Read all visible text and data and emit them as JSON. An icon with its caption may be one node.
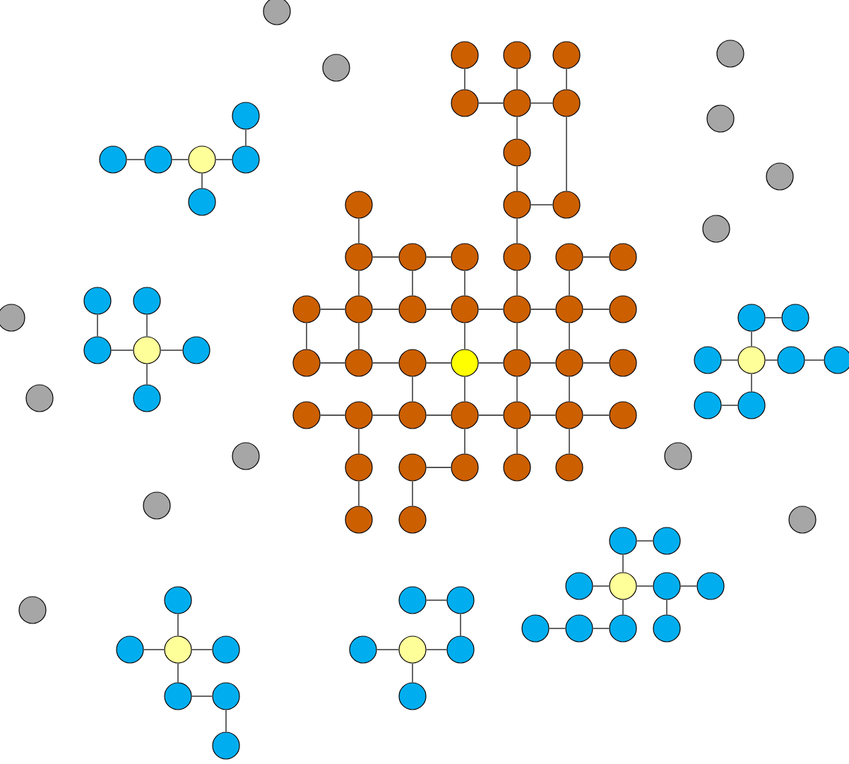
{
  "diagram": {
    "nodes": [
      {
        "text": [],
        "shape": "circle"
      },
      {
        "text": [],
        "shape": "circle"
      },
      {
        "text": [],
        "shape": "circle"
      },
      {
        "text": [],
        "shape": "circle"
      },
      {
        "text": [],
        "shape": "circle"
      },
      {
        "text": [],
        "shape": "circle"
      },
      {
        "text": [],
        "shape": "circle"
      },
      {
        "text": [],
        "shape": "circle"
      },
      {
        "text": [],
        "shape": "circle"
      },
      {
        "text": [],
        "shape": "circle"
      },
      {
        "text": [],
        "shape": "circle"
      },
      {
        "text": [],
        "shape": "circle"
      },
      {
        "text": [],
        "shape": "circle"
      },
      {
        "text": [],
        "shape": "circle"
      },
      {
        "text": [],
        "shape": "circle"
      },
      {
        "text": [],
        "shape": "circle"
      },
      {
        "text": [],
        "shape": "circle"
      },
      {
        "text": [],
        "shape": "circle"
      },
      {
        "text": [],
        "shape": "circle"
      },
      {
        "text": [],
        "shape": "circle"
      },
      {
        "text": [],
        "shape": "circle"
      },
      {
        "text": [],
        "shape": "circle"
      },
      {
        "text": [],
        "shape": "circle"
      },
      {
        "text": [],
        "shape": "circle"
      },
      {
        "text": [],
        "shape": "circle"
      },
      {
        "text": [],
        "shape": "circle"
      },
      {
        "text": [],
        "shape": "circle"
      },
      {
        "text": [],
        "shape": "circle"
      },
      {
        "text": [],
        "shape": "circle"
      },
      {
        "text": [],
        "shape": "circle"
      },
      {
        "text": [],
        "shape": "circle"
      },
      {
        "text": [],
        "shape": "circle"
      },
      {
        "text": [],
        "shape": "circle"
      },
      {
        "text": [],
        "shape": "circle"
      },
      {
        "text": [],
        "shape": "circle"
      },
      {
        "text": [],
        "shape": "circle"
      },
      {
        "text": [],
        "shape": "circle"
      },
      {
        "text": [],
        "shape": "circle"
      },
      {
        "text": [],
        "shape": "circle"
      },
      {
        "text": [],
        "shape": "circle"
      },
      {
        "text": [],
        "shape": "circle"
      },
      {
        "text": [],
        "shape": "circle"
      },
      {
        "text": [],
        "shape": "circle"
      },
      {
        "text": [],
        "shape": "circle"
      },
      {
        "text": [],
        "shape": "circle"
      },
      {
        "text": [],
        "shape": "circle"
      },
      {
        "text": [],
        "shape": "circle"
      },
      {
        "text": [],
        "shape": "circle"
      },
      {
        "text": [],
        "shape": "circle"
      },
      {
        "text": [],
        "shape": "circle"
      },
      {
        "text": [],
        "shape": "circle"
      },
      {
        "text": [],
        "shape": "circle"
      },
      {
        "text": [],
        "shape": "circle"
      },
      {
        "text": [],
        "shape": "circle"
      },
      {
        "text": [],
        "shape": "circle"
      },
      {
        "text": [],
        "shape": "circle"
      },
      {
        "text": [],
        "shape": "circle"
      },
      {
        "text": [],
        "shape": "circle"
      },
      {
        "text": [],
        "shape": "circle"
      },
      {
        "text": [],
        "shape": "circle"
      },
      {
        "text": [],
        "shape": "circle"
      },
      {
        "text": [],
        "shape": "circle"
      },
      {
        "text": [],
        "shape": "circle"
      },
      {
        "text": [],
        "shape": "circle"
      },
      {
        "text": [],
        "shape": "circle"
      },
      {
        "text": [],
        "shape": "circle"
      },
      {
        "text": [],
        "shape": "circle"
      },
      {
        "text": [],
        "shape": "circle"
      },
      {
        "text": [],
        "shape": "circle"
      },
      {
        "text": [],
        "shape": "circle"
      },
      {
        "text": [],
        "shape": "circle"
      },
      {
        "text": [],
        "shape": "circle"
      },
      {
        "text": [],
        "shape": "circle"
      },
      {
        "text": [],
        "shape": "circle"
      },
      {
        "text": [],
        "shape": "circle"
      },
      {
        "text": [],
        "shape": "circle"
      },
      {
        "text": [],
        "shape": "circle"
      },
      {
        "text": [],
        "shape": "circle"
      },
      {
        "text": [],
        "shape": "circle"
      },
      {
        "text": [],
        "shape": "circle"
      },
      {
        "text": [],
        "shape": "circle"
      },
      {
        "text": [],
        "shape": "circle"
      },
      {
        "text": [],
        "shape": "circle"
      },
      {
        "text": [],
        "shape": "circle"
      },
      {
        "text": [],
        "shape": "circle"
      },
      {
        "text": [],
        "shape": "circle"
      },
      {
        "text": [],
        "shape": "circle"
      },
      {
        "text": [],
        "shape": "circle"
      },
      {
        "text": [],
        "shape": "circle"
      },
      {
        "text": [],
        "shape": "circle"
      },
      {
        "text": [],
        "shape": "circle"
      },
      {
        "text": [],
        "shape": "circle"
      },
      {
        "text": [],
        "shape": "circle"
      },
      {
        "text": [],
        "shape": "circle"
      },
      {
        "text": [],
        "shape": "circle"
      },
      {
        "text": [],
        "shape": "circle"
      },
      {
        "text": [],
        "shape": "circle"
      },
      {
        "text": [],
        "shape": "circle"
      },
      {
        "text": [],
        "shape": "circle"
      },
      {
        "text": [],
        "shape": "circle"
      }
    ],
    "edges": [
      {
        "from": 0,
        "to": 3,
        "arrow": "none"
      },
      {
        "from": 1,
        "to": 4,
        "arrow": "none"
      },
      {
        "from": 2,
        "to": 5,
        "arrow": "none"
      },
      {
        "from": 3,
        "to": 4,
        "arrow": "none"
      },
      {
        "from": 4,
        "to": 5,
        "arrow": "none"
      },
      {
        "from": 4,
        "to": 6,
        "arrow": "none"
      },
      {
        "from": 6,
        "to": 8,
        "arrow": "none"
      },
      {
        "from": 8,
        "to": 9,
        "arrow": "none"
      },
      {
        "from": 5,
        "to": 9,
        "arrow": "none"
      },
      {
        "from": 7,
        "to": 10,
        "arrow": "none"
      },
      {
        "from": 8,
        "to": 13,
        "arrow": "none"
      },
      {
        "from": 10,
        "to": 11,
        "arrow": "none"
      },
      {
        "from": 11,
        "to": 12,
        "arrow": "none"
      },
      {
        "from": 14,
        "to": 15,
        "arrow": "none"
      },
      {
        "from": 10,
        "to": 17,
        "arrow": "none"
      },
      {
        "from": 11,
        "to": 18,
        "arrow": "none"
      },
      {
        "from": 12,
        "to": 19,
        "arrow": "none"
      },
      {
        "from": 13,
        "to": 20,
        "arrow": "none"
      },
      {
        "from": 14,
        "to": 21,
        "arrow": "none"
      },
      {
        "from": 16,
        "to": 17,
        "arrow": "none"
      },
      {
        "from": 17,
        "to": 18,
        "arrow": "none"
      },
      {
        "from": 18,
        "to": 19,
        "arrow": "none"
      },
      {
        "from": 19,
        "to": 20,
        "arrow": "none"
      },
      {
        "from": 20,
        "to": 21,
        "arrow": "none"
      },
      {
        "from": 21,
        "to": 22,
        "arrow": "none"
      },
      {
        "from": 16,
        "to": 23,
        "arrow": "none"
      },
      {
        "from": 17,
        "to": 24,
        "arrow": "none"
      },
      {
        "from": 19,
        "to": 26,
        "arrow": "none"
      },
      {
        "from": 20,
        "to": 27,
        "arrow": "none"
      },
      {
        "from": 21,
        "to": 28,
        "arrow": "none"
      },
      {
        "from": 23,
        "to": 24,
        "arrow": "none"
      },
      {
        "from": 24,
        "to": 25,
        "arrow": "none"
      },
      {
        "from": 25,
        "to": 26,
        "arrow": "none"
      },
      {
        "from": 26,
        "to": 27,
        "arrow": "none"
      },
      {
        "from": 27,
        "to": 28,
        "arrow": "none"
      },
      {
        "from": 28,
        "to": 29,
        "arrow": "none"
      },
      {
        "from": 25,
        "to": 32,
        "arrow": "none"
      },
      {
        "from": 26,
        "to": 33,
        "arrow": "none"
      },
      {
        "from": 27,
        "to": 34,
        "arrow": "none"
      },
      {
        "from": 28,
        "to": 35,
        "arrow": "none"
      },
      {
        "from": 30,
        "to": 31,
        "arrow": "none"
      },
      {
        "from": 31,
        "to": 32,
        "arrow": "none"
      },
      {
        "from": 32,
        "to": 33,
        "arrow": "none"
      },
      {
        "from": 33,
        "to": 34,
        "arrow": "none"
      },
      {
        "from": 34,
        "to": 35,
        "arrow": "none"
      },
      {
        "from": 35,
        "to": 36,
        "arrow": "none"
      },
      {
        "from": 31,
        "to": 37,
        "arrow": "none"
      },
      {
        "from": 33,
        "to": 39,
        "arrow": "none"
      },
      {
        "from": 34,
        "to": 40,
        "arrow": "none"
      },
      {
        "from": 35,
        "to": 41,
        "arrow": "none"
      },
      {
        "from": 38,
        "to": 39,
        "arrow": "none"
      },
      {
        "from": 37,
        "to": 42,
        "arrow": "none"
      },
      {
        "from": 38,
        "to": 43,
        "arrow": "none"
      },
      {
        "from": 44,
        "to": 45,
        "arrow": "none"
      },
      {
        "from": 45,
        "to": 46,
        "arrow": "none"
      },
      {
        "from": 46,
        "to": 47,
        "arrow": "none"
      },
      {
        "from": 47,
        "to": 48,
        "arrow": "none"
      },
      {
        "from": 46,
        "to": 49,
        "arrow": "none"
      },
      {
        "from": 50,
        "to": 52,
        "arrow": "none"
      },
      {
        "from": 52,
        "to": 53,
        "arrow": "none"
      },
      {
        "from": 51,
        "to": 53,
        "arrow": "none"
      },
      {
        "from": 53,
        "to": 54,
        "arrow": "none"
      },
      {
        "from": 53,
        "to": 55,
        "arrow": "none"
      },
      {
        "from": 56,
        "to": 57,
        "arrow": "none"
      },
      {
        "from": 56,
        "to": 59,
        "arrow": "none"
      },
      {
        "from": 58,
        "to": 59,
        "arrow": "none"
      },
      {
        "from": 59,
        "to": 60,
        "arrow": "none"
      },
      {
        "from": 60,
        "to": 61,
        "arrow": "none"
      },
      {
        "from": 59,
        "to": 63,
        "arrow": "none"
      },
      {
        "from": 62,
        "to": 63,
        "arrow": "none"
      },
      {
        "from": 64,
        "to": 65,
        "arrow": "none"
      },
      {
        "from": 64,
        "to": 67,
        "arrow": "none"
      },
      {
        "from": 66,
        "to": 67,
        "arrow": "none"
      },
      {
        "from": 67,
        "to": 68,
        "arrow": "none"
      },
      {
        "from": 68,
        "to": 69,
        "arrow": "none"
      },
      {
        "from": 68,
        "to": 73,
        "arrow": "none"
      },
      {
        "from": 67,
        "to": 72,
        "arrow": "none"
      },
      {
        "from": 70,
        "to": 71,
        "arrow": "none"
      },
      {
        "from": 71,
        "to": 72,
        "arrow": "none"
      },
      {
        "from": 74,
        "to": 76,
        "arrow": "none"
      },
      {
        "from": 75,
        "to": 76,
        "arrow": "none"
      },
      {
        "from": 76,
        "to": 77,
        "arrow": "none"
      },
      {
        "from": 76,
        "to": 78,
        "arrow": "none"
      },
      {
        "from": 78,
        "to": 79,
        "arrow": "none"
      },
      {
        "from": 79,
        "to": 80,
        "arrow": "none"
      },
      {
        "from": 81,
        "to": 82,
        "arrow": "none"
      },
      {
        "from": 82,
        "to": 85,
        "arrow": "none"
      },
      {
        "from": 83,
        "to": 84,
        "arrow": "none"
      },
      {
        "from": 84,
        "to": 85,
        "arrow": "none"
      },
      {
        "from": 84,
        "to": 86,
        "arrow": "none"
      }
    ]
  }
}
